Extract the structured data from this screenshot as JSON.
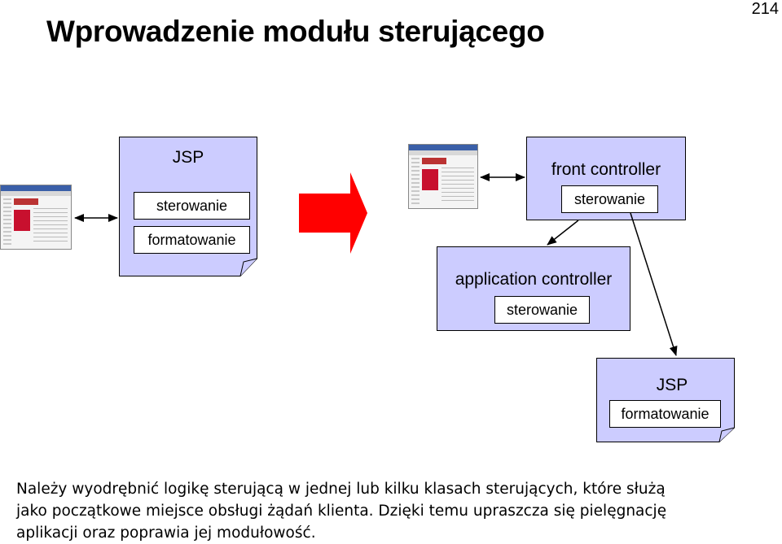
{
  "page": {
    "title": "Wprowadzenie modułu sterującego",
    "number": "214"
  },
  "diagram": {
    "left_jsp": {
      "title": "JSP",
      "control": "sterowanie",
      "format": "formatowanie"
    },
    "front_controller": {
      "title": "front controller",
      "control": "sterowanie"
    },
    "application_controller": {
      "title": "application controller",
      "control": "sterowanie"
    },
    "right_jsp": {
      "title": "JSP",
      "format": "formatowanie"
    },
    "colors": {
      "box_fill": "#ccccff",
      "arrow_red": "#ff0000"
    }
  },
  "footer": {
    "lines": [
      "Należy wyodrębnić logikę sterującą w jednej lub kilku klasach sterujących, które służą",
      "jako początkowe miejsce obsługi żądań klienta.  Dzięki temu upraszcza się pielęgnację",
      "aplikacji oraz poprawia jej modułowość."
    ]
  }
}
